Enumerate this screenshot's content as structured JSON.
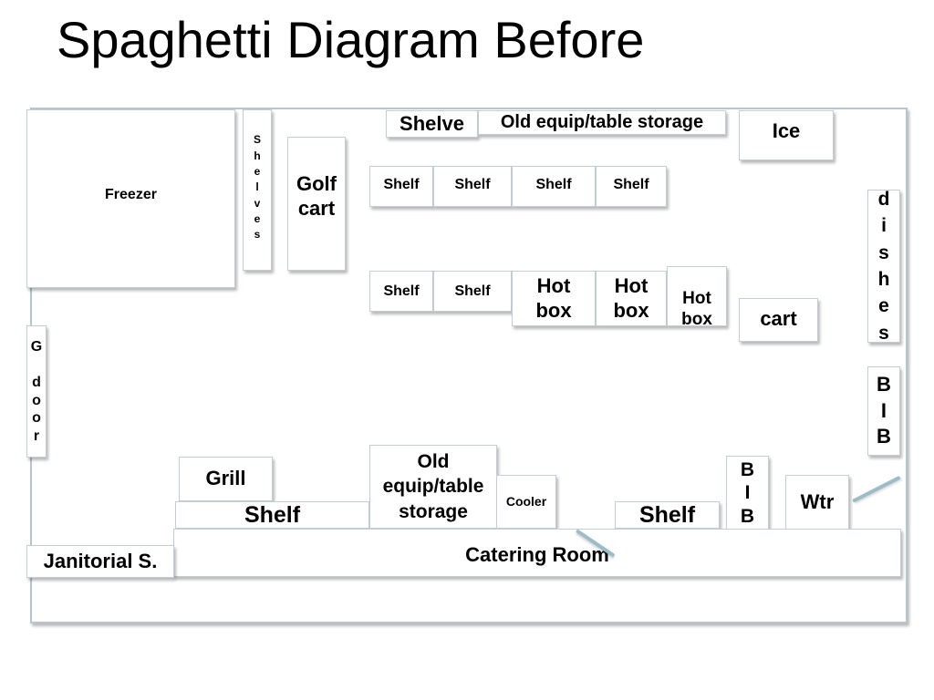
{
  "title": "Spaghetti Diagram Before",
  "labels": {
    "freezer": "Freezer",
    "shelves_vertical": "Shelves",
    "golf_cart": "Golf cart",
    "shelve_top": "Shelve",
    "old_equip_top": "Old equip/table storage",
    "ice": "Ice",
    "shelf_row1_1": "Shelf",
    "shelf_row1_2": "Shelf",
    "shelf_row1_3": "Shelf",
    "shelf_row1_4": "Shelf",
    "shelf_row2_1": "Shelf",
    "shelf_row2_2": "Shelf",
    "hot_box_1": "Hot box",
    "hot_box_2": "Hot box",
    "hot_box_3": "Hot box",
    "cart": "cart",
    "dishes_vertical": "dishes",
    "bib_right": "BIB",
    "g_door": "G door",
    "grill": "Grill",
    "shelf_bottom_left": "Shelf",
    "old_equip_bottom": "Old equip/table storage",
    "cooler": "Cooler",
    "shelf_bottom_right": "Shelf",
    "bib_bottom": "BIB",
    "wtr": "Wtr",
    "catering_room": "Catering Room",
    "janitorial": "Janitorial S."
  }
}
